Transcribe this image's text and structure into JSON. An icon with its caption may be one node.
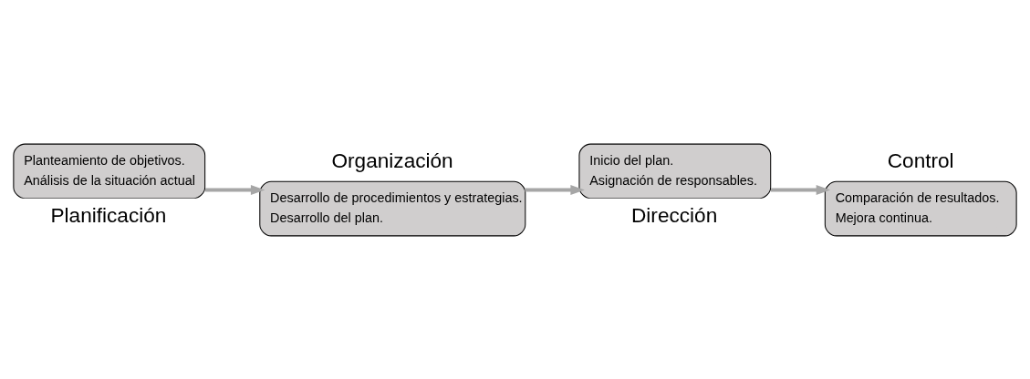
{
  "diagram": {
    "nodes": [
      {
        "text": [
          "Planteamiento de objetivos.",
          "Análisis de la situación actual",
          "Planificación"
        ]
      },
      {
        "text": [
          "Organización",
          "Desarrollo de procedimientos y estrategias.",
          "Desarrollo del plan."
        ]
      },
      {
        "text": [
          "Inicio del plan.",
          "Asignación de responsables.",
          "Dirección"
        ]
      },
      {
        "text": [
          "Control",
          "Comparación de resultados.",
          "Mejora continua."
        ]
      }
    ],
    "edges": [
      {
        "from": 0,
        "to": 1,
        "arrow": "to"
      },
      {
        "from": 1,
        "to": 2,
        "arrow": "to"
      },
      {
        "from": 2,
        "to": 3,
        "arrow": "to"
      }
    ]
  }
}
